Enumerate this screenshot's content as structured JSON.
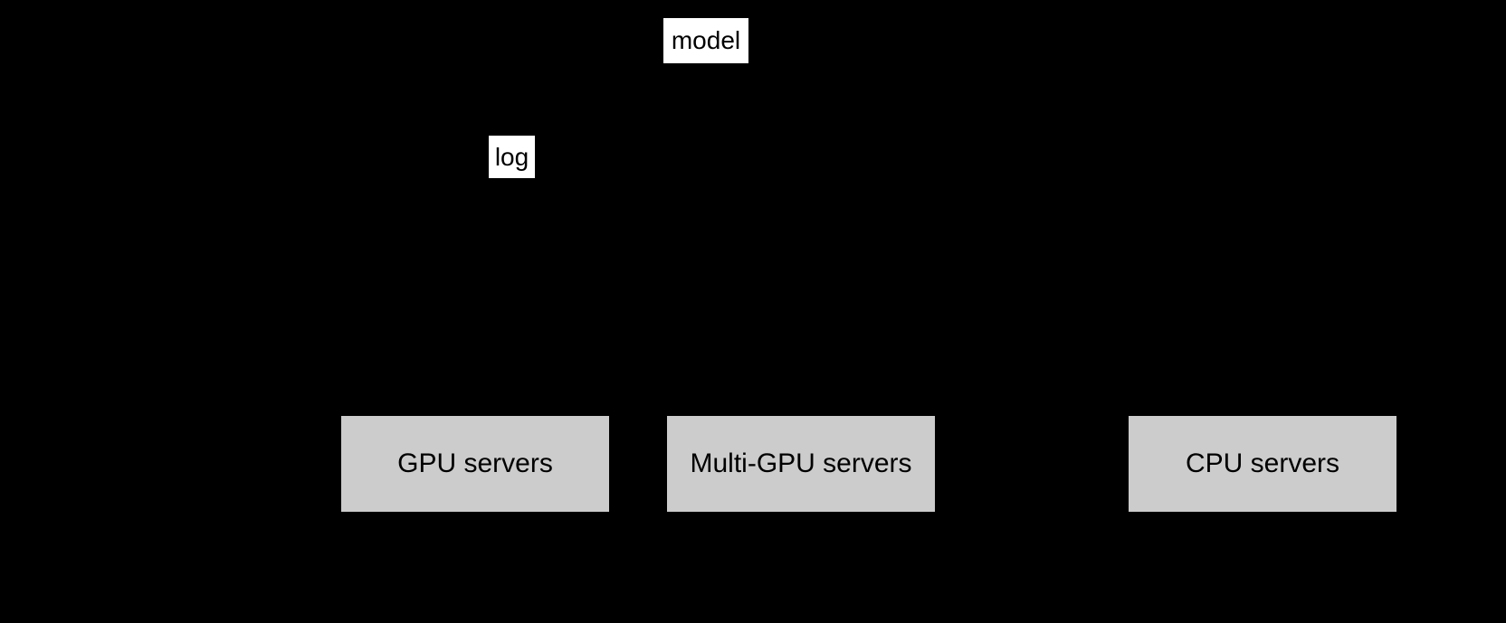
{
  "diagram": {
    "background_color": "#000000",
    "node_text_color": "#000000",
    "white_node_fill": "#ffffff",
    "gray_node_fill": "#cccccc",
    "nodes": {
      "model": {
        "label": "model"
      },
      "log": {
        "label": "log"
      },
      "gpu": {
        "label": "GPU servers"
      },
      "multi_gpu": {
        "label": "Multi-GPU servers"
      },
      "cpu": {
        "label": "CPU servers"
      }
    }
  }
}
